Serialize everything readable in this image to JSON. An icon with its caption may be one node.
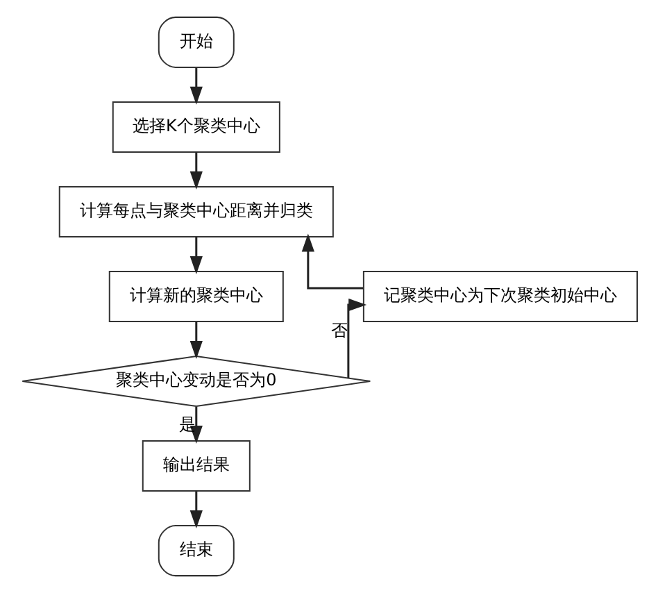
{
  "diagram": {
    "nodes": [
      {
        "text": [
          "开始"
        ]
      },
      {
        "text": [
          "选择K个聚类中心"
        ]
      },
      {
        "text": [
          "计算每点与聚类中心距离并归类"
        ]
      },
      {
        "text": [
          "计算新的聚类中心"
        ]
      },
      {
        "text": [
          "聚类中心变动是否为0"
        ]
      },
      {
        "text": [
          "输出结果"
        ]
      },
      {
        "text": [
          "结束"
        ]
      },
      {
        "text": [
          "记聚类中心为下次聚类初始中心"
        ]
      }
    ],
    "edges": [
      {
        "from": 0,
        "to": 1,
        "arrow": "to"
      },
      {
        "from": 1,
        "to": 2,
        "arrow": "to"
      },
      {
        "from": 2,
        "to": 3,
        "arrow": "to"
      },
      {
        "from": 3,
        "to": 4,
        "arrow": "to"
      },
      {
        "from": 4,
        "to": 7,
        "arrow": "to",
        "label": "否"
      },
      {
        "from": 7,
        "to": 2,
        "arrow": "to"
      },
      {
        "from": 4,
        "to": 5,
        "arrow": "to",
        "label": "是"
      },
      {
        "from": 5,
        "to": 6,
        "arrow": "to"
      }
    ]
  }
}
